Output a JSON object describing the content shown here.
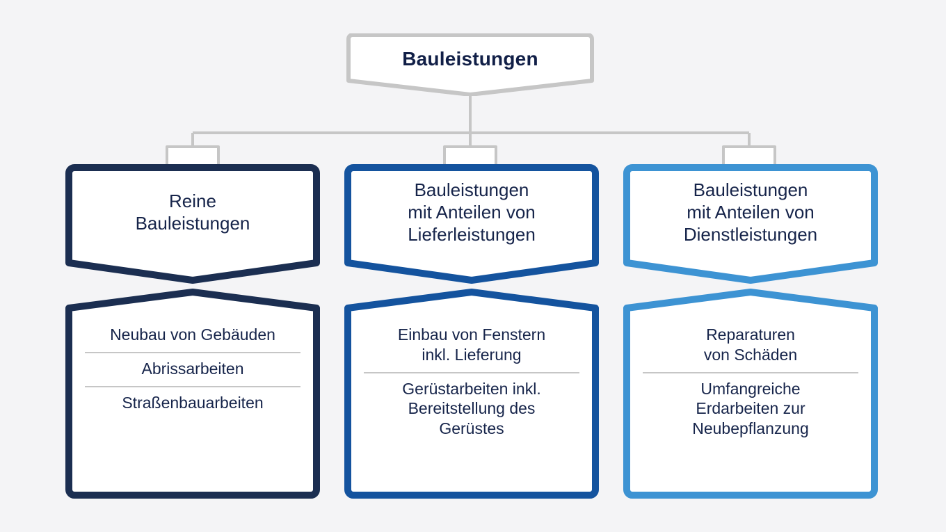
{
  "theme": {
    "background": "#f4f4f6",
    "connector_color": "#c6c6c6",
    "text_color": "#16244a",
    "title_color": "#111f47",
    "separator_color": "#c6c6c6",
    "box_fill": "#ffffff"
  },
  "root": {
    "label": "Bauleistungen",
    "border_color": "#c6c6c6"
  },
  "columns": [
    {
      "accent": "#1b2e51",
      "header": "Reine\nBauleistungen",
      "items": [
        "Neubau von Gebäuden",
        "Abrissarbeiten",
        "Straßenbauarbeiten"
      ]
    },
    {
      "accent": "#14539e",
      "header": "Bauleistungen\nmit Anteilen von\nLieferleistungen",
      "items": [
        "Einbau von Fenstern\ninkl. Lieferung",
        "Gerüstarbeiten inkl.\nBereitstellung des\nGerüstes"
      ]
    },
    {
      "accent": "#3d93d3",
      "header": "Bauleistungen\nmit Anteilen von\nDienstleistungen",
      "items": [
        "Reparaturen\nvon Schäden",
        "Umfangreiche\nErdarbeiten zur\nNeubepflanzung"
      ]
    }
  ]
}
